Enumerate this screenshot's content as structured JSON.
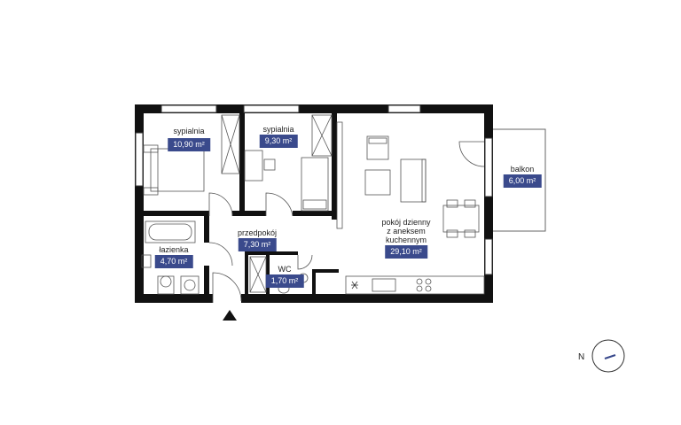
{
  "rooms": {
    "sypialnia_1": {
      "name": "sypialnia",
      "area": "10,90 m²"
    },
    "sypialnia_2": {
      "name": "sypialnia",
      "area": "9,30 m²"
    },
    "lazienka": {
      "name": "łazienka",
      "area": "4,70 m²"
    },
    "przedpokoj": {
      "name": "przedpokój",
      "area": "7,30 m²"
    },
    "wc": {
      "name": "WC",
      "area": "1,70 m²"
    },
    "pokoj_dzienny": {
      "name_line1": "pokój dzienny",
      "name_line2": "z aneksem",
      "name_line3": "kuchennym",
      "area": "29,10 m²"
    },
    "balkon": {
      "name": "balkon",
      "area": "6,00 m²"
    }
  },
  "compass": {
    "letter": "N"
  },
  "colors": {
    "wall": "#111111",
    "badge": "#3a4a8c",
    "line": "#555555",
    "compass_needle": "#3a4a8c"
  },
  "icons": [
    "entrance-arrow-icon",
    "compass-icon",
    "fridge-icon"
  ]
}
